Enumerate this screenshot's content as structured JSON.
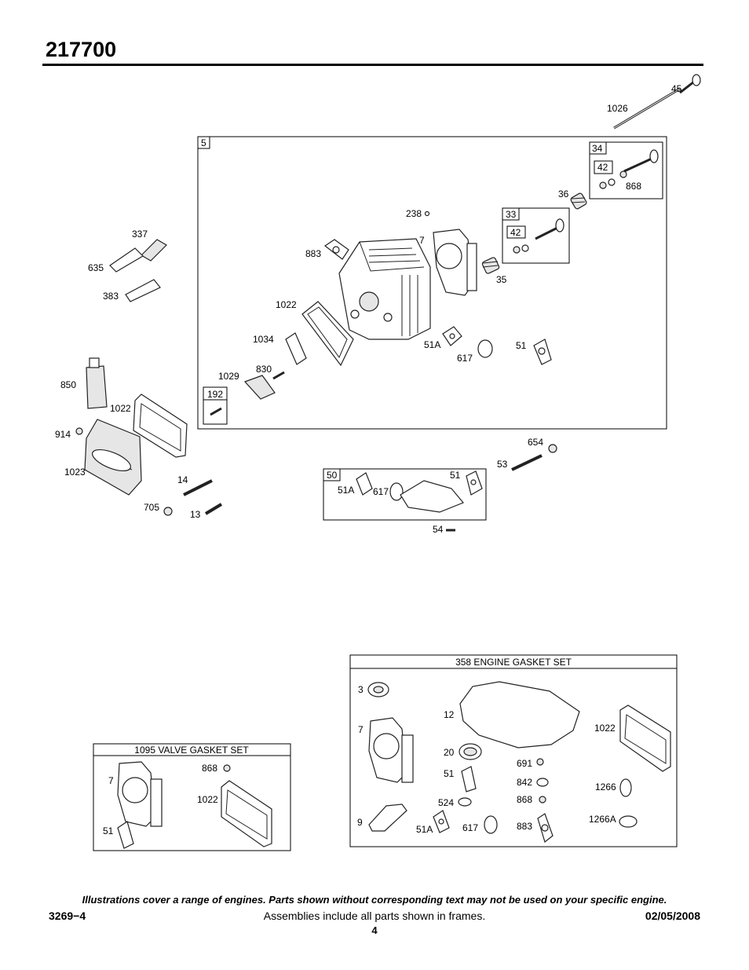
{
  "header": {
    "model_number": "217700"
  },
  "callouts": {
    "c45": "45",
    "c1026": "1026",
    "c5": "5",
    "c34": "34",
    "c42a": "42",
    "c868a": "868",
    "c36": "36",
    "c238": "238",
    "c33": "33",
    "c42b": "42",
    "c7": "7",
    "c883": "883",
    "c35": "35",
    "c337": "337",
    "c635": "635",
    "c383": "383",
    "c1022a": "1022",
    "c1034": "1034",
    "c51Aa": "51A",
    "c617a": "617",
    "c51a": "51",
    "c830": "830",
    "c1029": "1029",
    "c192": "192",
    "c850": "850",
    "c1022b": "1022",
    "c914": "914",
    "c1023": "1023",
    "c14": "14",
    "c705": "705",
    "c13": "13",
    "c654": "654",
    "c53": "53",
    "c50": "50",
    "c51b": "51",
    "c51Ab": "51A",
    "c617b": "617",
    "c54": "54"
  },
  "valve_gasket_set": {
    "header": "1095 VALVE GASKET SET",
    "labels": {
      "c7": "7",
      "c868": "868",
      "c1022": "1022",
      "c51": "51"
    }
  },
  "engine_gasket_set": {
    "header": "358 ENGINE GASKET SET",
    "labels": {
      "c3": "3",
      "c12": "12",
      "c7": "7",
      "c1022": "1022",
      "c20": "20",
      "c691": "691",
      "c51": "51",
      "c842": "842",
      "c1266": "1266",
      "c524": "524",
      "c868": "868",
      "c9": "9",
      "c51A": "51A",
      "c617": "617",
      "c883": "883",
      "c1266A": "1266A"
    }
  },
  "footer": {
    "note": "Illustrations cover a range of engines. Parts shown without corresponding text may not be used on your specific engine.",
    "doc_number": "3269−4",
    "assemblies_note": "Assemblies include all parts shown in frames.",
    "date": "02/05/2008",
    "page_number": "4"
  }
}
